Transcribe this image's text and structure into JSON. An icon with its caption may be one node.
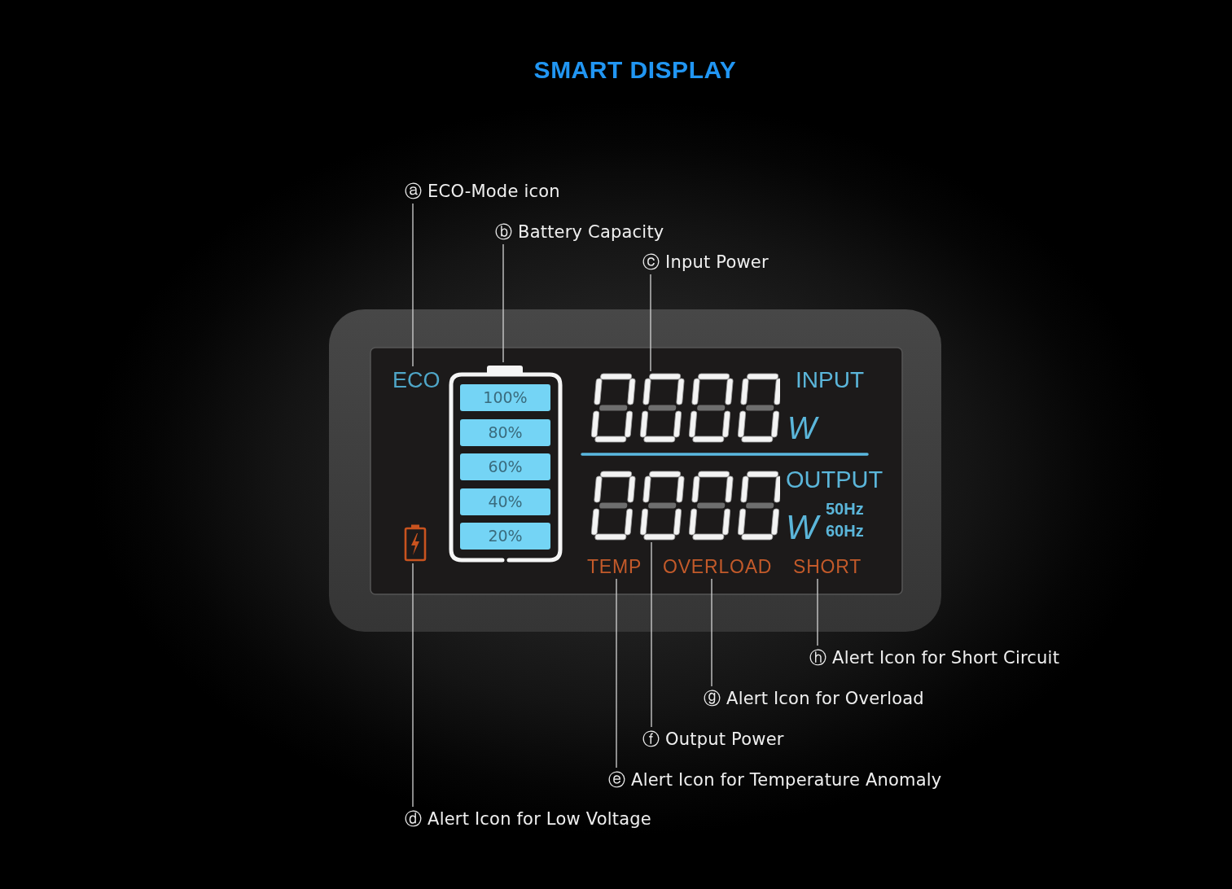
{
  "diagram": {
    "title": "SMART DISPLAY",
    "nodes": [
      {
        "text": [
          "ⓐ ECO-Mode icon"
        ]
      },
      {
        "text": [
          "ⓑ Battery Capacity"
        ]
      },
      {
        "text": [
          "ⓒ Input Power"
        ]
      },
      {
        "text": [
          "ECO"
        ]
      },
      {
        "text": [
          "100%",
          "80%",
          "60%",
          "40%",
          "20%"
        ]
      },
      {
        "text": [],
        "shape": "picture",
        "beside": [
          "INPUT",
          "W"
        ]
      },
      {
        "text": [],
        "shape": "picture",
        "beside": [
          "OUTPUT",
          "W",
          "50Hz",
          "60Hz"
        ]
      },
      {
        "text": [],
        "shape": "picture"
      },
      {
        "text": [
          "TEMP"
        ]
      },
      {
        "text": [
          "OVERLOAD"
        ]
      },
      {
        "text": [
          "SHORT"
        ]
      },
      {
        "text": [
          "ⓗ Alert Icon for Short Circuit"
        ]
      },
      {
        "text": [
          "ⓖ Alert Icon for Overload"
        ]
      },
      {
        "text": [
          "ⓕ Output Power"
        ]
      },
      {
        "text": [
          "ⓔ Alert Icon for Temperature Anomaly"
        ]
      },
      {
        "text": [
          "ⓓ Alert Icon for Low Voltage"
        ]
      }
    ],
    "edges": [
      {
        "from": 0,
        "to": 3,
        "arrow": "none"
      },
      {
        "from": 1,
        "to": 4,
        "arrow": "none"
      },
      {
        "from": 2,
        "to": 5,
        "arrow": "none"
      },
      {
        "from": 15,
        "to": 7,
        "arrow": "none"
      },
      {
        "from": 14,
        "to": 8,
        "arrow": "none"
      },
      {
        "from": 13,
        "to": 6,
        "arrow": "none"
      },
      {
        "from": 12,
        "to": 9,
        "arrow": "none"
      },
      {
        "from": 11,
        "to": 10,
        "arrow": "none"
      }
    ]
  }
}
